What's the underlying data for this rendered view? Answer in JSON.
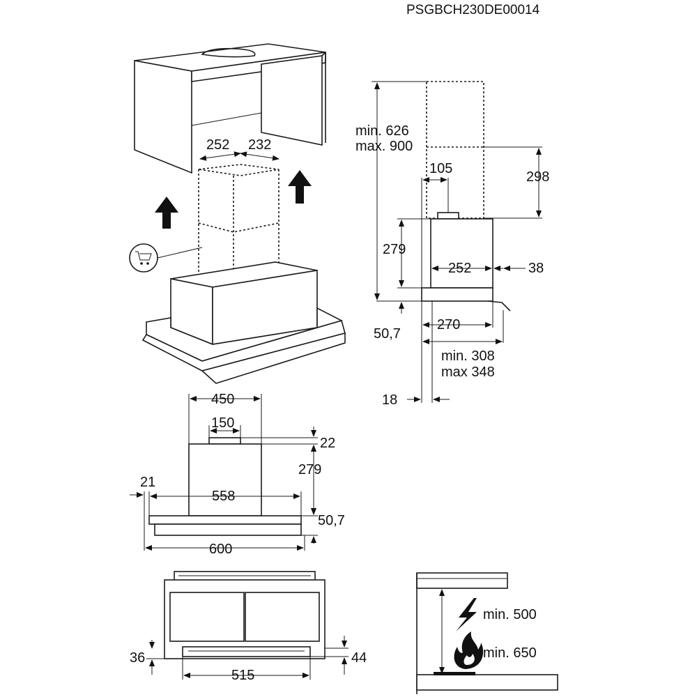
{
  "doc_code": "PSGBCH230DE00014",
  "isometric": {
    "width_left": "252",
    "width_right": "232",
    "accessory_icon": "shopping-cart-icon"
  },
  "side_view": {
    "height_min": "min. 626",
    "height_max": "max. 900",
    "spigot_offset": "105",
    "chimney_top": "298",
    "body_height": "279",
    "body_depth": "252",
    "front_offset": "38",
    "base_height": "50,7",
    "base_depth": "270",
    "depth_min": "min. 308",
    "depth_max": "max 348",
    "wall_gap": "18"
  },
  "front_view": {
    "chimney_width": "450",
    "spigot_width": "150",
    "spigot_height": "22",
    "body_height": "279",
    "side_offset": "21",
    "inner_width": "558",
    "base_height": "50,7",
    "total_width": "600"
  },
  "bottom_view": {
    "left_offset": "36",
    "filter_width": "515",
    "right_offset": "44"
  },
  "safety": {
    "electric_min": "min. 500",
    "gas_min": "min. 650"
  }
}
